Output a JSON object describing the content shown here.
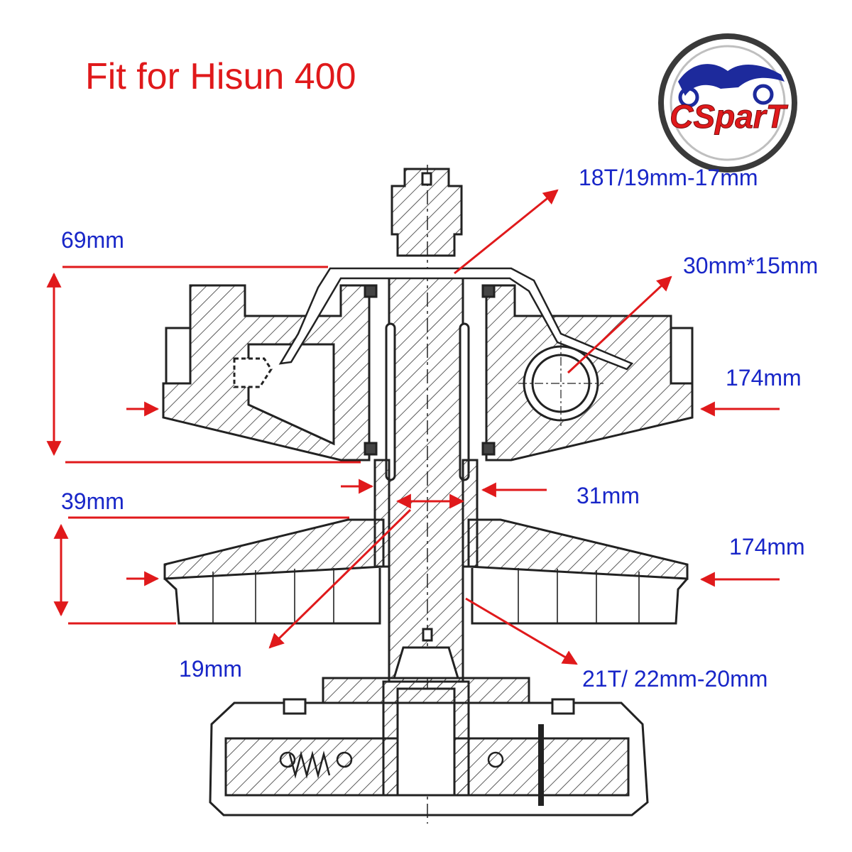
{
  "title": "Fit for Hisun 400",
  "brand": {
    "logo_text": "CSparT"
  },
  "labels": {
    "splines_top": "18T/19mm-17mm",
    "bearing": "30mm*15mm",
    "upper_height": "69mm",
    "upper_diameter": "174mm",
    "inner_diameter": "31mm",
    "lower_height": "39mm",
    "lower_diameter": "174mm",
    "bore": "19mm",
    "splines_bottom": "21T/ 22mm-20mm"
  },
  "colors": {
    "title": "#e0191b",
    "dimension_text": "#1826c8",
    "arrow": "#e0191b",
    "drawing": "#222222",
    "logo_ring": "#3a3a3a",
    "logo_text": "#e0191b",
    "logo_bike": "#1d2a9c"
  }
}
